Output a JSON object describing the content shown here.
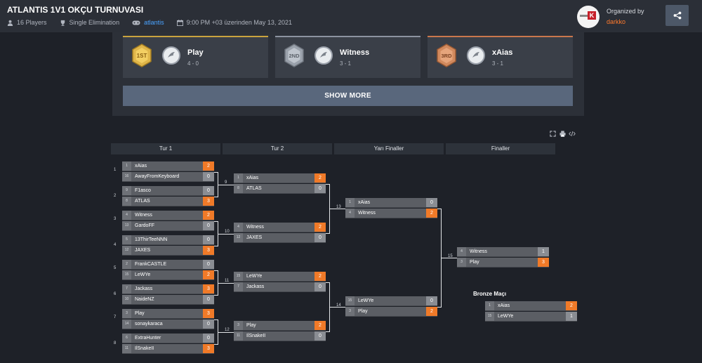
{
  "header": {
    "title": "ATLANTIS 1V1 OKÇU TURNUVASI",
    "players": "16 Players",
    "format": "Single Elimination",
    "game": "atlantis",
    "datetime": "9:00 PM +03 üzerinden May 13, 2021",
    "organized_by_label": "Organized by",
    "organizer": "darkko"
  },
  "podium": [
    {
      "medal": "1ST",
      "name": "Play",
      "score": "4 - 0"
    },
    {
      "medal": "2ND",
      "name": "Witness",
      "score": "3 - 1"
    },
    {
      "medal": "3RD",
      "name": "xAias",
      "score": "3 - 1"
    }
  ],
  "show_more_label": "SHOW MORE",
  "rounds": [
    "Tur 1",
    "Tur 2",
    "Yarı Finaller",
    "Finaller"
  ],
  "bronze_title": "Bronze Maçı",
  "matches": [
    {
      "num": "1",
      "p1": {
        "seed": "1",
        "name": "xAias",
        "score": "2",
        "win": true
      },
      "p2": {
        "seed": "16",
        "name": "AwayFromKeyboard",
        "score": "0",
        "win": false
      }
    },
    {
      "num": "2",
      "p1": {
        "seed": "9",
        "name": "F1asco",
        "score": "0",
        "win": false
      },
      "p2": {
        "seed": "8",
        "name": "ATLAS",
        "score": "3",
        "win": true
      }
    },
    {
      "num": "3",
      "p1": {
        "seed": "4",
        "name": "Witness",
        "score": "2",
        "win": true
      },
      "p2": {
        "seed": "13",
        "name": "GardoFF",
        "score": "0",
        "win": false
      }
    },
    {
      "num": "4",
      "p1": {
        "seed": "5",
        "name": "13ThirTeeNNN",
        "score": "0",
        "win": false
      },
      "p2": {
        "seed": "12",
        "name": "JAXES",
        "score": "3",
        "win": true
      }
    },
    {
      "num": "5",
      "p1": {
        "seed": "2",
        "name": "FrankCASTLE",
        "score": "0",
        "win": false
      },
      "p2": {
        "seed": "15",
        "name": "LeWYe",
        "score": "2",
        "win": true
      }
    },
    {
      "num": "6",
      "p1": {
        "seed": "7",
        "name": "Jackass",
        "score": "3",
        "win": true
      },
      "p2": {
        "seed": "10",
        "name": "NaideNZ",
        "score": "0",
        "win": false
      }
    },
    {
      "num": "7",
      "p1": {
        "seed": "3",
        "name": "Play",
        "score": "3",
        "win": true
      },
      "p2": {
        "seed": "14",
        "name": "sonaykaracа",
        "score": "0",
        "win": false
      }
    },
    {
      "num": "8",
      "p1": {
        "seed": "6",
        "name": "ExtraHunter",
        "score": "0",
        "win": false
      },
      "p2": {
        "seed": "11",
        "name": "IlSnakeII",
        "score": "3",
        "win": true
      }
    },
    {
      "num": "9",
      "p1": {
        "seed": "1",
        "name": "xAias",
        "score": "2",
        "win": true
      },
      "p2": {
        "seed": "8",
        "name": "ATLAS",
        "score": "0",
        "win": false
      }
    },
    {
      "num": "10",
      "p1": {
        "seed": "4",
        "name": "Witness",
        "score": "2",
        "win": true
      },
      "p2": {
        "seed": "12",
        "name": "JAXES",
        "score": "0",
        "win": false
      }
    },
    {
      "num": "11",
      "p1": {
        "seed": "15",
        "name": "LeWYe",
        "score": "2",
        "win": true
      },
      "p2": {
        "seed": "7",
        "name": "Jackass",
        "score": "0",
        "win": false
      }
    },
    {
      "num": "12",
      "p1": {
        "seed": "3",
        "name": "Play",
        "score": "2",
        "win": true
      },
      "p2": {
        "seed": "11",
        "name": "IlSnakeII",
        "score": "0",
        "win": false
      }
    },
    {
      "num": "13",
      "p1": {
        "seed": "1",
        "name": "xAias",
        "score": "0",
        "win": false
      },
      "p2": {
        "seed": "4",
        "name": "Witness",
        "score": "2",
        "win": true
      }
    },
    {
      "num": "14",
      "p1": {
        "seed": "15",
        "name": "LeWYe",
        "score": "0",
        "win": false
      },
      "p2": {
        "seed": "3",
        "name": "Play",
        "score": "2",
        "win": true
      }
    },
    {
      "num": "15",
      "p1": {
        "seed": "4",
        "name": "Witness",
        "score": "1",
        "win": false
      },
      "p2": {
        "seed": "3",
        "name": "Play",
        "score": "3",
        "win": true
      }
    },
    {
      "num": "",
      "p1": {
        "seed": "1",
        "name": "xAias",
        "score": "2",
        "win": true
      },
      "p2": {
        "seed": "15",
        "name": "LeWYe",
        "score": "1",
        "win": false
      }
    }
  ],
  "icons": [
    "user-icon",
    "trophy-icon",
    "gamepad-icon",
    "calendar-icon",
    "share-icon",
    "expand-icon",
    "print-icon",
    "embed-icon"
  ],
  "colors": {
    "accent": "#f07a28",
    "link": "#4aa3ff",
    "gold": "#c9a33e",
    "silver": "#8c93a0",
    "bronze": "#c9774c"
  }
}
